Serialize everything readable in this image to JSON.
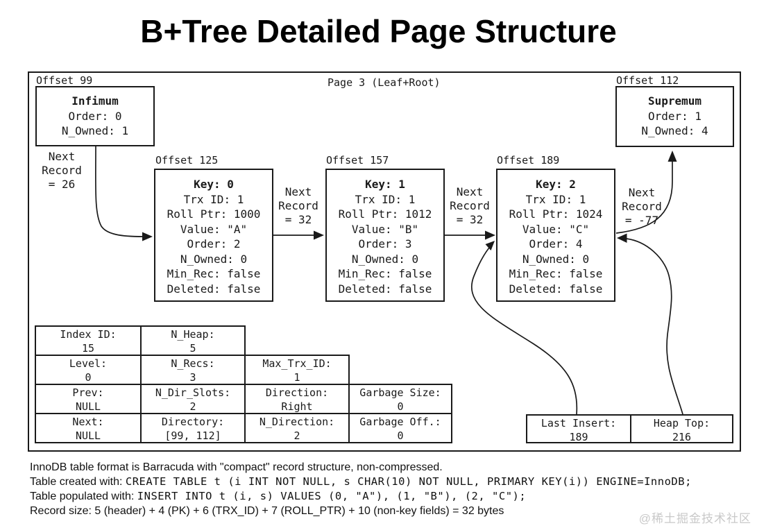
{
  "title": "B+Tree Detailed Page Structure",
  "page_label": "Page 3 (Leaf+Root)",
  "infimum": {
    "offset_label": "Offset 99",
    "name": "Infimum",
    "lines": [
      "Order: 0",
      "N_Owned: 1"
    ]
  },
  "supremum": {
    "offset_label": "Offset 112",
    "name": "Supremum",
    "lines": [
      "Order: 1",
      "N_Owned: 4"
    ]
  },
  "records": [
    {
      "offset_label": "Offset 125",
      "title": "Key: 0",
      "lines": [
        "Trx ID: 1",
        "Roll Ptr: 1000",
        "Value: \"A\"",
        "Order: 2",
        "N_Owned: 0",
        "Min_Rec: false",
        "Deleted: false"
      ]
    },
    {
      "offset_label": "Offset 157",
      "title": "Key: 1",
      "lines": [
        "Trx ID: 1",
        "Roll Ptr: 1012",
        "Value: \"B\"",
        "Order: 3",
        "N_Owned: 0",
        "Min_Rec: false",
        "Deleted: false"
      ]
    },
    {
      "offset_label": "Offset 189",
      "title": "Key: 2",
      "lines": [
        "Trx ID: 1",
        "Roll Ptr: 1024",
        "Value: \"C\"",
        "Order: 4",
        "N_Owned: 0",
        "Min_Rec: false",
        "Deleted: false"
      ]
    }
  ],
  "next_record_labels": [
    {
      "lines": [
        "Next",
        "Record",
        "= 26"
      ]
    },
    {
      "lines": [
        "Next",
        "Record",
        "= 32"
      ]
    },
    {
      "lines": [
        "Next",
        "Record",
        "= 32"
      ]
    },
    {
      "lines": [
        "Next",
        "Record",
        "= -77"
      ]
    }
  ],
  "header_table": {
    "rows": [
      {
        "cells": [
          {
            "label": "Index ID:",
            "value": "15"
          },
          {
            "label": "N_Heap:",
            "value": "5"
          }
        ]
      },
      {
        "cells": [
          {
            "label": "Level:",
            "value": "0"
          },
          {
            "label": "N_Recs:",
            "value": "3"
          },
          {
            "label": "Max_Trx_ID:",
            "value": "1"
          }
        ]
      },
      {
        "cells": [
          {
            "label": "Prev:",
            "value": "NULL"
          },
          {
            "label": "N_Dir_Slots:",
            "value": "2"
          },
          {
            "label": "Direction:",
            "value": "Right"
          },
          {
            "label": "Garbage Size:",
            "value": "0"
          }
        ]
      },
      {
        "cells": [
          {
            "label": "Next:",
            "value": "NULL"
          },
          {
            "label": "Directory:",
            "value": "[99, 112]"
          },
          {
            "label": "N_Direction:",
            "value": "2"
          },
          {
            "label": "Garbage Off.:",
            "value": "0"
          }
        ]
      }
    ]
  },
  "footer_boxes": [
    {
      "label": "Last Insert:",
      "value": "189"
    },
    {
      "label": "Heap Top:",
      "value": "216"
    }
  ],
  "notes": {
    "line1": "InnoDB table format is Barracuda with \"compact\" record structure, non-compressed.",
    "line2_prefix": "Table created with: ",
    "line2_code": "CREATE TABLE t (i INT NOT NULL, s CHAR(10) NOT NULL, PRIMARY KEY(i)) ENGINE=InnoDB;",
    "line3_prefix": "Table populated with: ",
    "line3_code": "INSERT INTO t (i, s) VALUES (0, \"A\"), (1, \"B\"), (2, \"C\");",
    "line4": "Record size: 5 (header) + 4 (PK) + 6 (TRX_ID) + 7 (ROLL_PTR) + 10 (non-key fields) = 32 bytes"
  },
  "watermark": "@稀土掘金技术社区",
  "colors": {
    "ink": "#1a1a1a",
    "background": "#ffffff",
    "watermark": "#c9c9c9"
  }
}
